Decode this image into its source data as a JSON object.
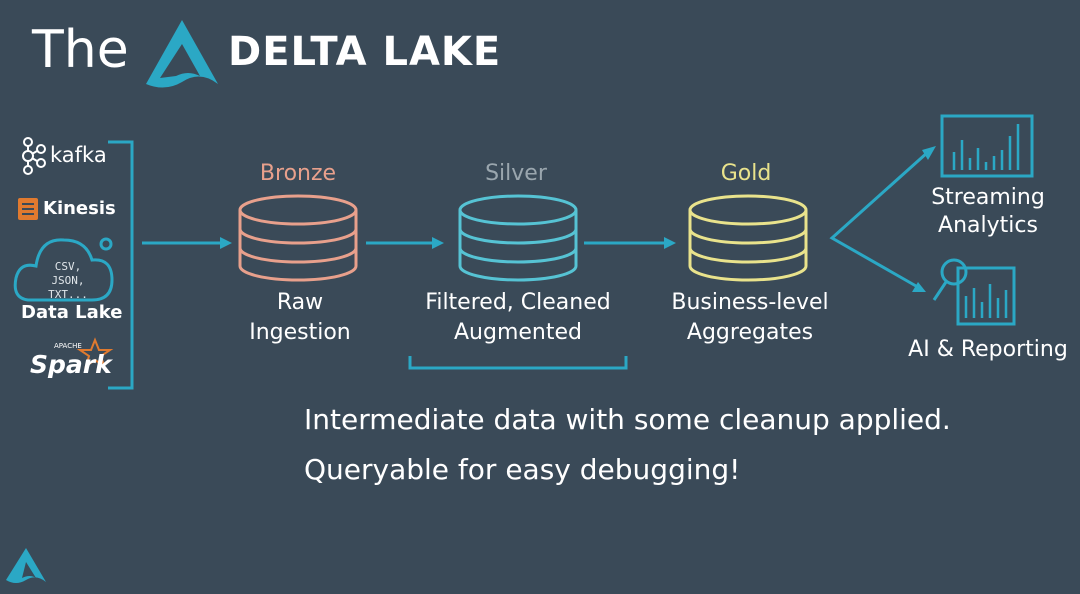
{
  "title": {
    "prefix": "The",
    "brand": "DELTA LAKE"
  },
  "sources": {
    "kafka": "kafka",
    "kinesis": "Kinesis",
    "cloud_lines": [
      "CSV,",
      "JSON,",
      "TXT..."
    ],
    "data_lake": "Data Lake",
    "spark": "Spark",
    "spark_small": "APACHE"
  },
  "tiers": [
    {
      "name": "Bronze",
      "desc": [
        "Raw",
        "Ingestion"
      ],
      "color": "#e8a08c"
    },
    {
      "name": "Silver",
      "desc": [
        "Filtered, Cleaned",
        "Augmented"
      ],
      "color": "#56c3d4"
    },
    {
      "name": "Gold",
      "desc": [
        "Business-level",
        "Aggregates"
      ],
      "color": "#e9e38c"
    }
  ],
  "outputs": {
    "streaming": [
      "Streaming",
      "Analytics"
    ],
    "ai": "AI & Reporting"
  },
  "caption": [
    "Intermediate data with some cleanup applied.",
    "Queryable for easy debugging!"
  ],
  "colors": {
    "background": "#3a4a58",
    "accent": "#2ba8c5",
    "bronze": "#e8a08c",
    "silver_label": "#9aa6ae",
    "gold": "#e9e38c"
  },
  "icons": [
    "delta-logo-icon",
    "kafka-icon",
    "aws-kinesis-icon",
    "cloud-icon",
    "spark-star-icon",
    "cylinder-icon",
    "bar-chart-icon",
    "magnifier-icon"
  ]
}
